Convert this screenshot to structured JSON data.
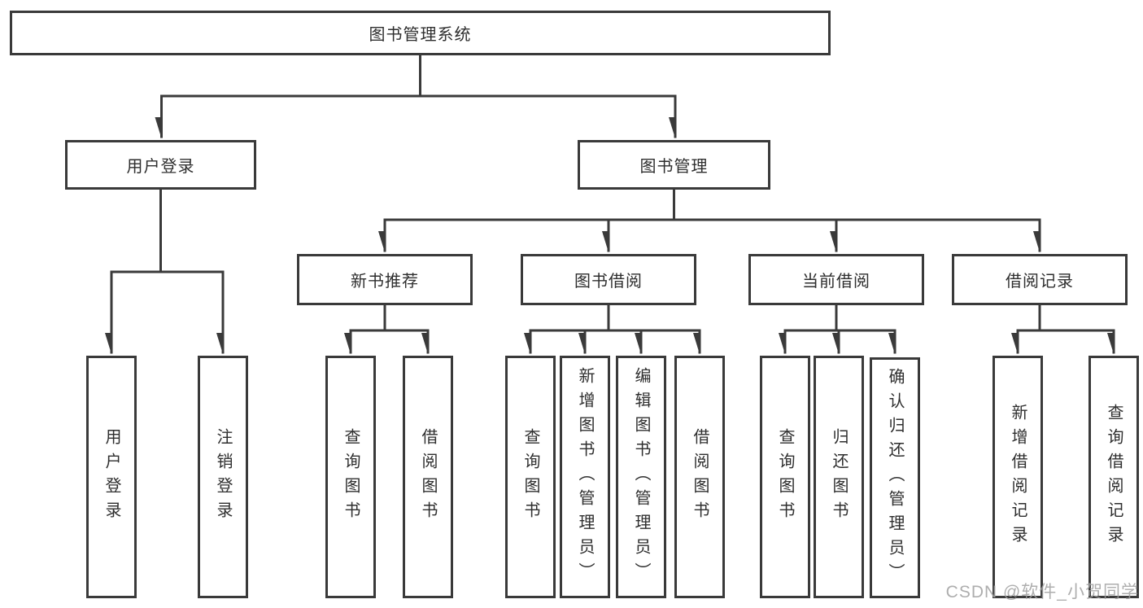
{
  "tree": {
    "label": "图书管理系统",
    "children": [
      {
        "label": "用户登录",
        "children": [
          {
            "label": "用户登录"
          },
          {
            "label": "注销登录"
          }
        ]
      },
      {
        "label": "图书管理",
        "children": [
          {
            "label": "新书推荐",
            "children": [
              {
                "label": "查询图书"
              },
              {
                "label": "借阅图书"
              }
            ]
          },
          {
            "label": "图书借阅",
            "children": [
              {
                "label": "查询图书"
              },
              {
                "label": "新增图书（管理员）"
              },
              {
                "label": "编辑图书（管理员）"
              },
              {
                "label": "借阅图书"
              }
            ]
          },
          {
            "label": "当前借阅",
            "children": [
              {
                "label": "查询图书"
              },
              {
                "label": "归还图书"
              },
              {
                "label": "确认归还（管理员）"
              }
            ]
          },
          {
            "label": "借阅记录",
            "children": [
              {
                "label": "新增借阅记录"
              },
              {
                "label": "查询借阅记录"
              }
            ]
          }
        ]
      }
    ]
  },
  "watermark": {
    "text": "CSDN @软件_小贺同学"
  },
  "colors": {
    "line": "#3a3a3a",
    "box_border": "#3a3a3a",
    "text": "#2e2e2e",
    "background": "#ffffff",
    "watermark": "#a0a0a0"
  }
}
